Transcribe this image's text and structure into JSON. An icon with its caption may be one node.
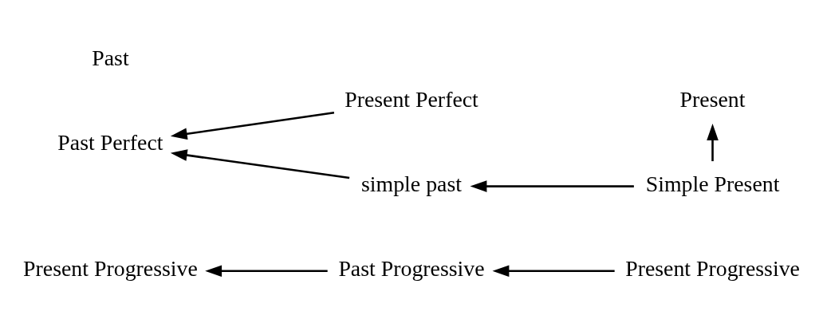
{
  "diagram": {
    "nodes": [
      {
        "text": [
          "Past"
        ]
      },
      {
        "text": [
          "Present"
        ]
      },
      {
        "text": [
          "Past Perfect"
        ]
      },
      {
        "text": [
          "simple past"
        ]
      },
      {
        "text": [
          "Simple Present"
        ]
      },
      {
        "text": [
          "Present Perfect"
        ]
      },
      {
        "text": [
          "Present Progressive"
        ]
      },
      {
        "text": [
          "Past Progressive"
        ]
      },
      {
        "text": [
          "Present Progressive"
        ]
      }
    ],
    "edges": [
      {
        "from": 3,
        "to": 2,
        "arrow": "to"
      },
      {
        "from": 4,
        "to": 3,
        "arrow": "to"
      },
      {
        "from": 5,
        "to": 2,
        "arrow": "to"
      },
      {
        "from": 7,
        "to": 6,
        "arrow": "to"
      },
      {
        "from": 8,
        "to": 7,
        "arrow": "to"
      },
      {
        "from": 4,
        "to": 1,
        "arrow": "to"
      }
    ]
  }
}
